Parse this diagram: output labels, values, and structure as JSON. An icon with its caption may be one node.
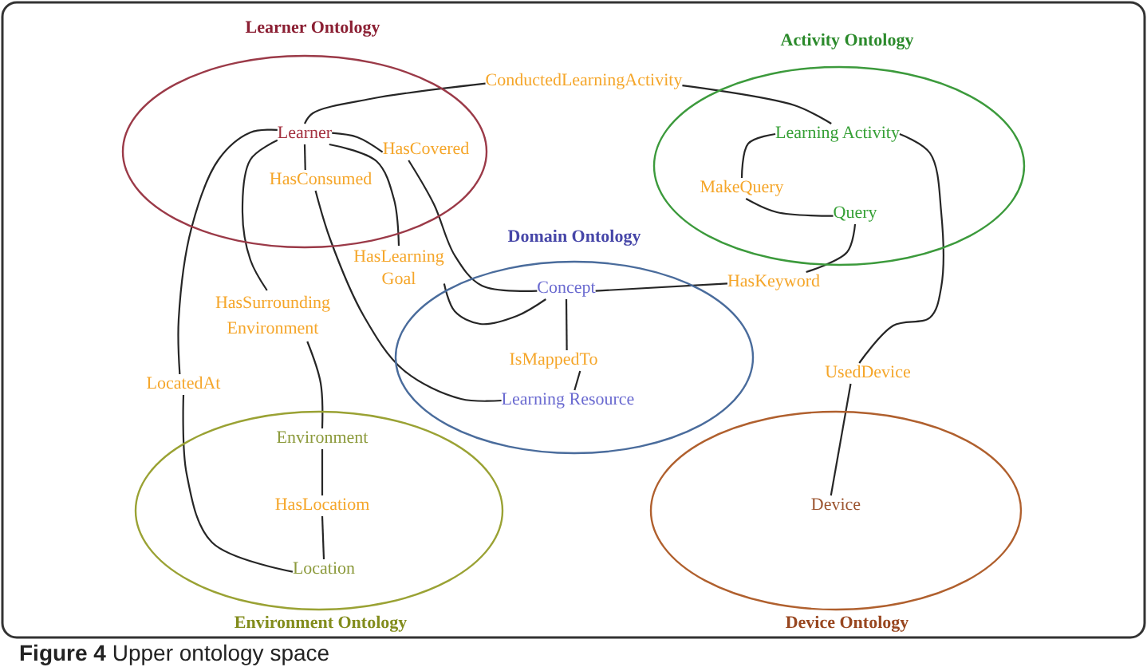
{
  "diagram": {
    "caption": "**Figure 4** Upper ontology space",
    "nodes": [
      {
        "text": [
          "Learner Ontology"
        ]
      },
      {
        "text": [
          "Learner"
        ],
        "in": 0
      },
      {
        "text": [
          "HasCovered"
        ],
        "in": 0
      },
      {
        "text": [
          "HasConsumed"
        ],
        "in": 0
      },
      {
        "text": [
          "ConductedLearningActivity"
        ]
      },
      {
        "text": [
          "Activity Ontology"
        ]
      },
      {
        "text": [
          "Learning Activity"
        ],
        "in": 5
      },
      {
        "text": [
          "MakeQuery"
        ],
        "in": 5
      },
      {
        "text": [
          "Query"
        ],
        "in": 5
      },
      {
        "text": [
          "Domain Ontology"
        ]
      },
      {
        "text": [
          "Concept"
        ],
        "in": 9
      },
      {
        "text": [
          "IsMappedTo"
        ],
        "in": 9
      },
      {
        "text": [
          "Learning Resource"
        ],
        "in": 9
      },
      {
        "text": [
          "HasLearning Goal"
        ]
      },
      {
        "text": [
          "HasKeyword"
        ]
      },
      {
        "text": [
          "HasSurrounding Environment"
        ]
      },
      {
        "text": [
          "LocatedAt"
        ]
      },
      {
        "text": [
          "UsedDevice"
        ]
      },
      {
        "text": [
          "Environment Ontology"
        ]
      },
      {
        "text": [
          "Environment"
        ],
        "in": 18
      },
      {
        "text": [
          "HasLocatiom"
        ],
        "in": 18
      },
      {
        "text": [
          "Location"
        ],
        "in": 18
      },
      {
        "text": [
          "Device Ontology"
        ]
      },
      {
        "text": [
          "Device"
        ],
        "in": 22
      }
    ],
    "edges": [
      {
        "from": 1,
        "to": 4,
        "arrow": "none"
      },
      {
        "from": 4,
        "to": 6,
        "arrow": "none"
      },
      {
        "from": 1,
        "to": 2,
        "arrow": "none"
      },
      {
        "from": 2,
        "to": 10,
        "arrow": "none"
      },
      {
        "from": 1,
        "to": 3,
        "arrow": "none"
      },
      {
        "from": 3,
        "to": 12,
        "arrow": "none"
      },
      {
        "from": 1,
        "to": 13,
        "arrow": "none"
      },
      {
        "from": 13,
        "to": 10,
        "arrow": "none"
      },
      {
        "from": 1,
        "to": 15,
        "arrow": "none"
      },
      {
        "from": 15,
        "to": 19,
        "arrow": "none"
      },
      {
        "from": 1,
        "to": 16,
        "arrow": "none"
      },
      {
        "from": 16,
        "to": 21,
        "arrow": "none"
      },
      {
        "from": 19,
        "to": 20,
        "arrow": "none"
      },
      {
        "from": 20,
        "to": 21,
        "arrow": "none"
      },
      {
        "from": 6,
        "to": 7,
        "arrow": "none"
      },
      {
        "from": 7,
        "to": 8,
        "arrow": "none"
      },
      {
        "from": 8,
        "to": 14,
        "arrow": "none"
      },
      {
        "from": 14,
        "to": 10,
        "arrow": "none"
      },
      {
        "from": 6,
        "to": 17,
        "arrow": "none"
      },
      {
        "from": 17,
        "to": 23,
        "arrow": "none"
      },
      {
        "from": 10,
        "to": 11,
        "arrow": "none"
      },
      {
        "from": 11,
        "to": 12,
        "arrow": "none"
      }
    ]
  }
}
